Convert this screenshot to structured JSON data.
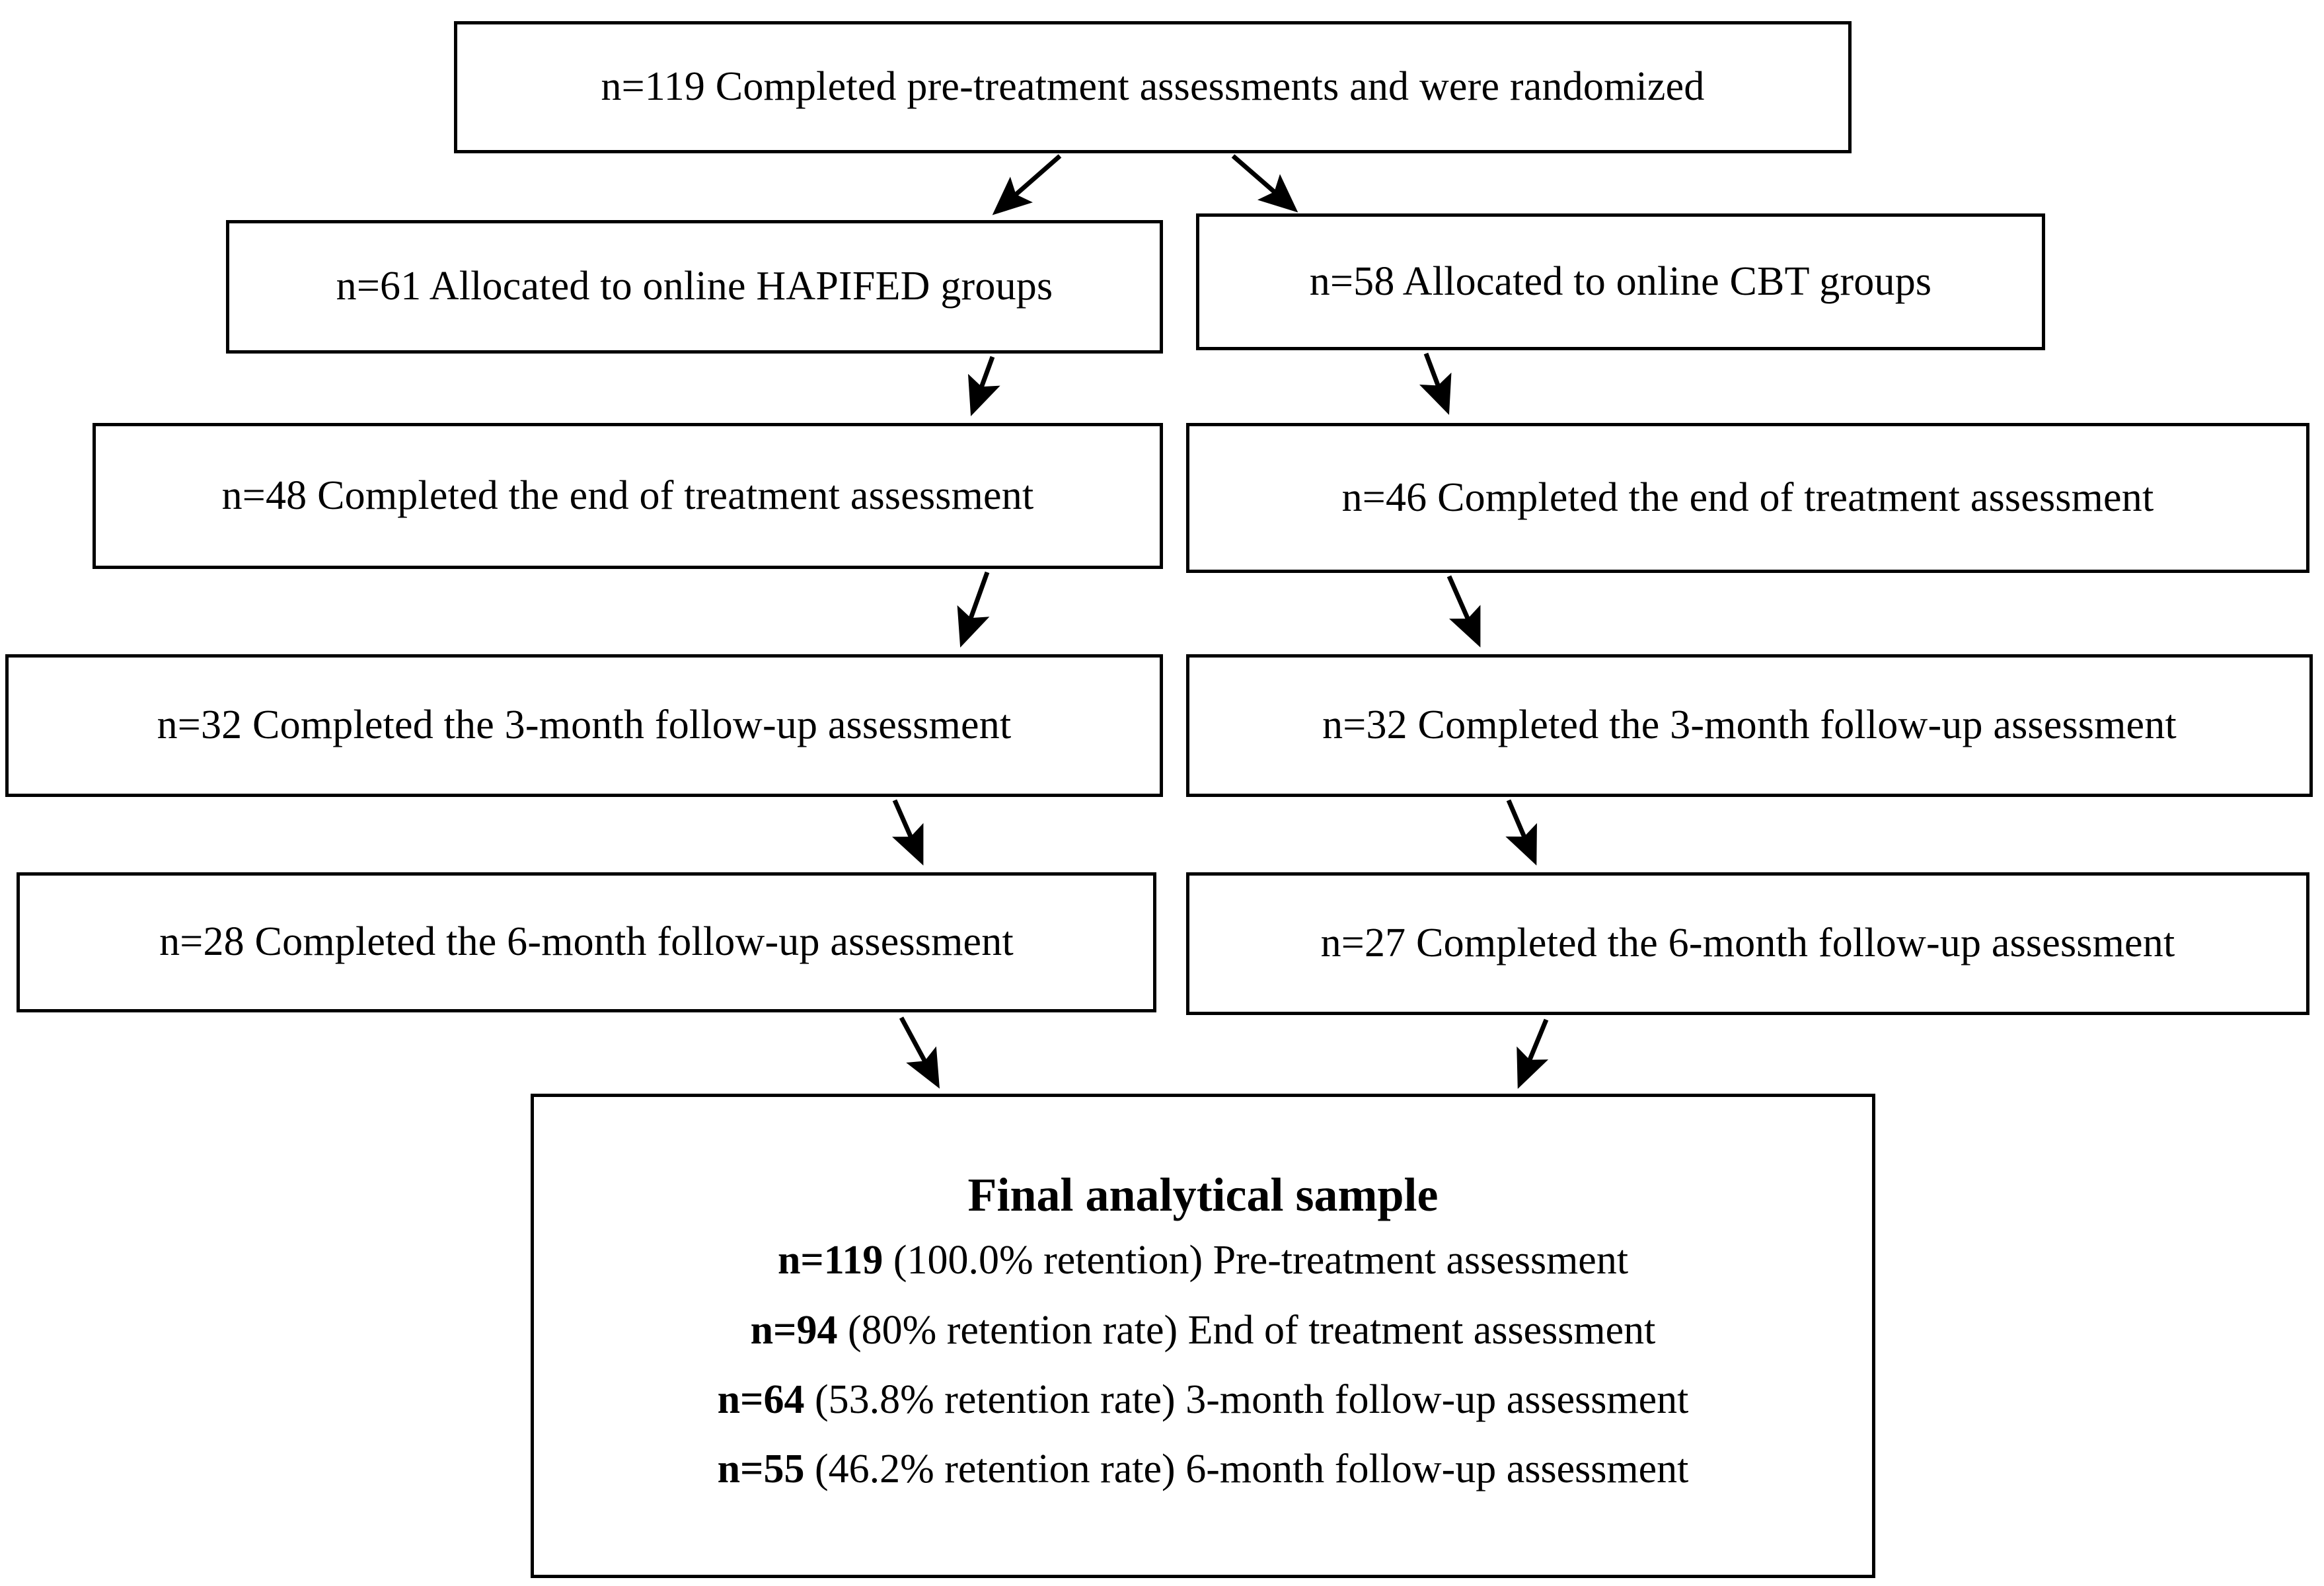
{
  "figure": {
    "type": "consort-participant-flow-diagram",
    "nodes": {
      "enrollment": {
        "label": "n=119 Completed pre-treatment assessments and were randomized",
        "n": 119
      },
      "allocation_left": {
        "label": "n=61 Allocated to online HAPIFED groups",
        "n": 61,
        "arm": "HAPIFED"
      },
      "allocation_right": {
        "label": "n=58 Allocated to online CBT groups",
        "n": 58,
        "arm": "CBT"
      },
      "end_of_treatment_left": {
        "label": "n=48 Completed the end of treatment assessment",
        "n": 48
      },
      "end_of_treatment_right": {
        "label": "n=46 Completed the end of treatment assessment",
        "n": 46
      },
      "followup_3m_left": {
        "label": "n=32 Completed the 3-month follow-up assessment",
        "n": 32
      },
      "followup_3m_right": {
        "label": "n=32 Completed the 3-month follow-up assessment",
        "n": 32
      },
      "followup_6m_left": {
        "label": "n=28 Completed the 6-month follow-up assessment",
        "n": 28
      },
      "followup_6m_right": {
        "label": "n=27 Completed the 6-month follow-up assessment",
        "n": 27
      }
    },
    "final_sample": {
      "title": "Final analytical sample",
      "lines": [
        {
          "n": "n=119",
          "rest": " (100.0% retention) Pre-treatment assessment"
        },
        {
          "n": "n=94",
          "rest": " (80% retention rate) End of treatment assessment"
        },
        {
          "n": "n=64",
          "rest": " (53.8% retention rate) 3-month follow-up assessment"
        },
        {
          "n": "n=55",
          "rest": " (46.2% retention rate) 6-month follow-up assessment"
        }
      ]
    },
    "colors": {
      "stroke": "#000000",
      "fill": "#ffffff",
      "text": "#000000"
    }
  }
}
